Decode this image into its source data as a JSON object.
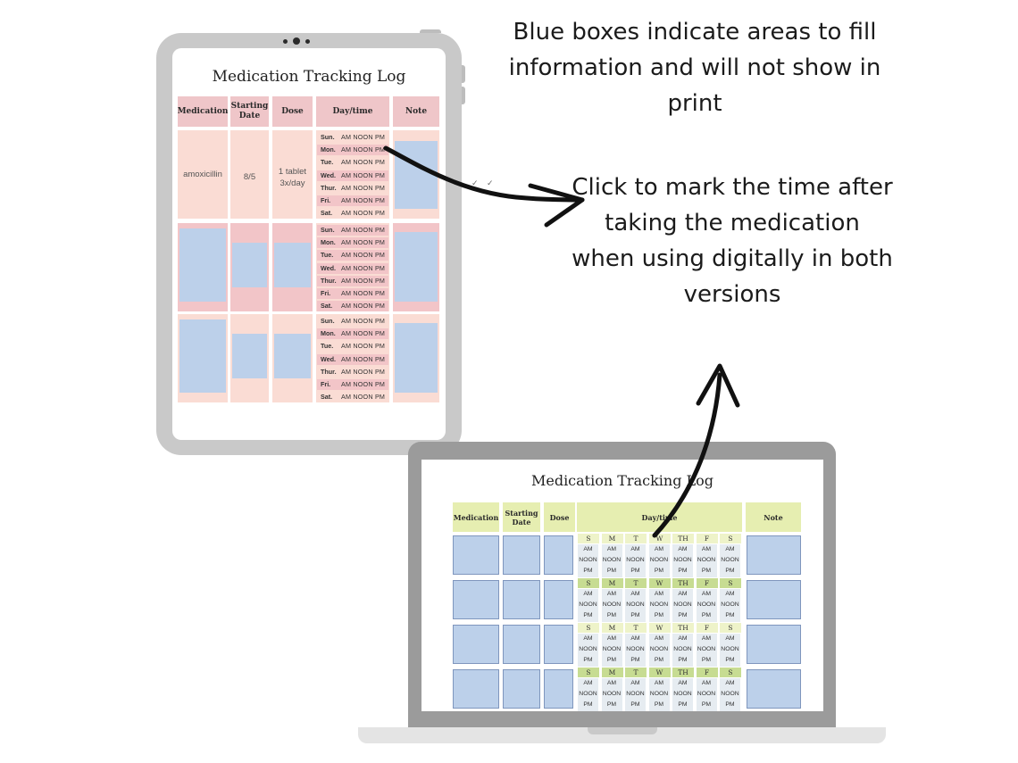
{
  "captions": {
    "blue_boxes": "Blue boxes indicate areas to fill information and will not show in print",
    "click_to_mark": "Click to mark the time after taking the medication when using digitally in both versions"
  },
  "tablet": {
    "title": "Medication Tracking Log",
    "headers": [
      "Medication",
      "Starting Date",
      "Dose",
      "Day/time",
      "Note"
    ],
    "days": [
      "Sun.",
      "Mon.",
      "Tue.",
      "Wed.",
      "Thur.",
      "Fri.",
      "Sat."
    ],
    "times": "AM  NOON  PM",
    "entry": {
      "medication": "amoxicillin",
      "starting_date": "8/5",
      "dose": "1 tablet 3x/day"
    },
    "checkmarks": [
      "✓",
      "✓"
    ]
  },
  "laptop": {
    "title": "Medication Tracking Log",
    "headers": [
      "Medication",
      "Starting Date",
      "Dose",
      "Day/time",
      "Note"
    ],
    "days": [
      "S",
      "M",
      "T",
      "W",
      "TH",
      "F",
      "S"
    ],
    "times": [
      "AM",
      "NOON",
      "PM"
    ]
  },
  "colors": {
    "tablet_header": "#efc6c9",
    "tablet_cell": "#fadcd4",
    "fill_box_blue": "#bcd0ea",
    "laptop_header": "#e6eeb1",
    "laptop_day_green": "#c7dc92",
    "device_frame": "#c9c9c9"
  },
  "icons": {
    "arrow_to_caption": "curved-arrow-icon",
    "arrow_from_laptop": "curved-arrow-up-icon"
  }
}
